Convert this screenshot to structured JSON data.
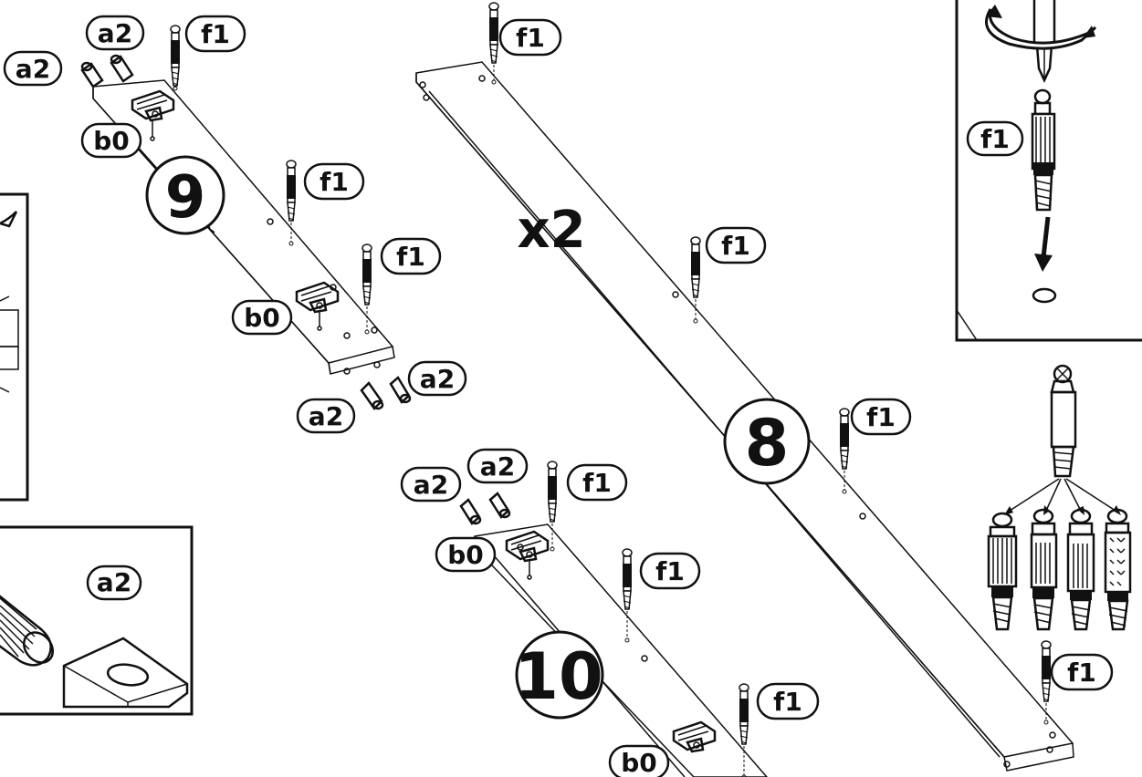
{
  "parts": {
    "a2": "a2",
    "b0": "b0",
    "f1": "f1"
  },
  "steps": {
    "step_8": "8",
    "step_9": "9",
    "step_10": "10"
  },
  "quantity": "x2",
  "colors": {
    "line": "#111111",
    "background": "#ffffff"
  },
  "icons": [
    "screwdriver-icon",
    "rotate-arrow-icon",
    "down-arrow-icon",
    "cam-bolt-icon",
    "dowel-icon",
    "connector-bracket-icon"
  ]
}
